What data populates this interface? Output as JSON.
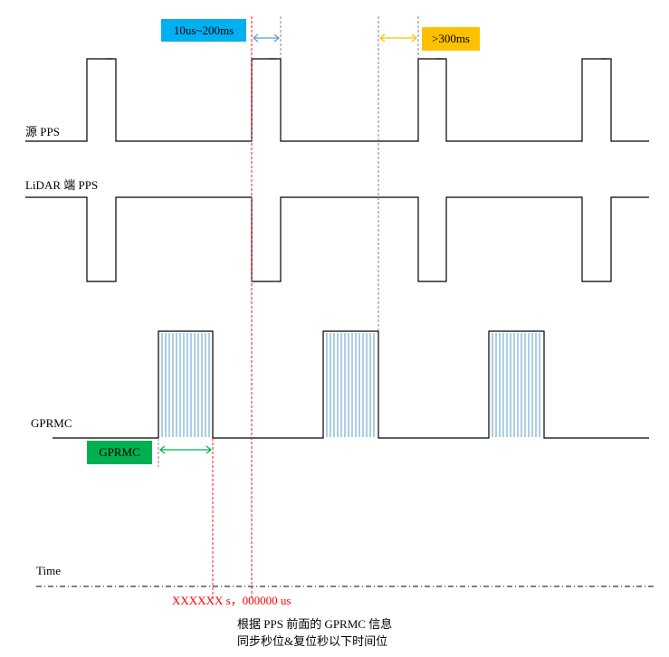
{
  "labels": {
    "source_pps": "源 PPS",
    "lidar_pps": "LiDAR 端 PPS",
    "gprmc": "GPRMC",
    "time": "Time"
  },
  "annotations": {
    "pulse_width": "10us~200ms",
    "gprmc_window": "GPRMC",
    "interval": ">300ms",
    "timestamp": "XXXXXX s，000000 us",
    "note_line1": "根据 PPS 前面的 GPRMC 信息",
    "note_line2": "同步秒位&复位秒以下时间位"
  },
  "colors": {
    "blue_box": "#00B0F0",
    "yellow_box": "#FFC000",
    "green_box": "#00B050",
    "red_dash": "#FF0000",
    "blue_stripe": "#5B9BD5",
    "orange_arrow": "#FFC000",
    "green_arrow": "#00B050"
  }
}
